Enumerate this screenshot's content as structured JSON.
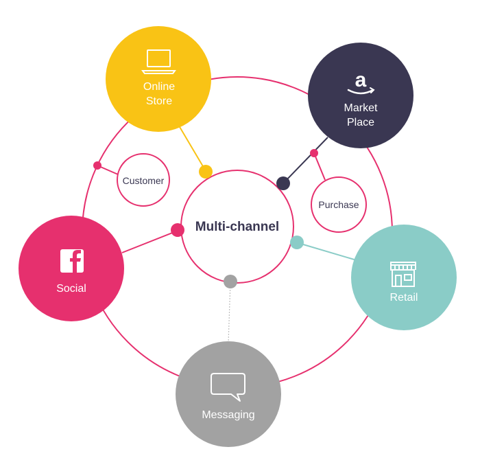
{
  "center": {
    "label": "Multi-channel"
  },
  "inner_labels": {
    "customer": "Customer",
    "purchase": "Purchase"
  },
  "channels": {
    "online_store": {
      "line1": "Online",
      "line2": "Store",
      "color": "#F9C315",
      "icon": "laptop-icon"
    },
    "market_place": {
      "line1": "Market",
      "line2": "Place",
      "color": "#3A3752",
      "icon": "amazon-icon"
    },
    "social": {
      "label": "Social",
      "color": "#E6306E",
      "icon": "facebook-icon"
    },
    "retail": {
      "label": "Retail",
      "color": "#8ACCC7",
      "icon": "storefront-icon"
    },
    "messaging": {
      "label": "Messaging",
      "color": "#A2A2A2",
      "icon": "chat-bubble-icon"
    }
  },
  "colors": {
    "ring": "#E6306E",
    "center_text": "#3A3752",
    "inner_text": "#3A3752"
  }
}
